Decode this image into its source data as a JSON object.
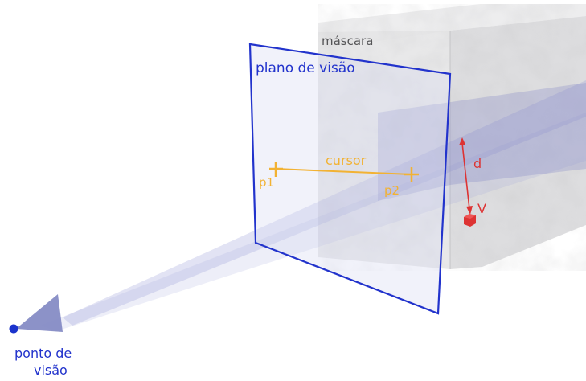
{
  "labels": {
    "mask": "máscara",
    "view_plane": "plano de visão",
    "cursor": "cursor",
    "p1": "p1",
    "p2": "p2",
    "distance": "d",
    "voxel": "V",
    "viewpoint_line1": "ponto de",
    "viewpoint_line2": "visão"
  },
  "colors": {
    "view_plane": "#2233cc",
    "cursor": "#f2b233",
    "voxel": "#dd3333",
    "viewpoint": "#1a33cc",
    "frustum": "#7f86cc",
    "mask": "#cfd0d2"
  }
}
